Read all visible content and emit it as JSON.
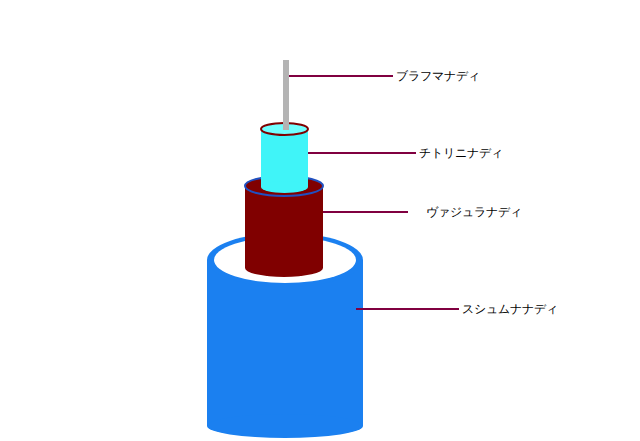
{
  "diagram": {
    "labels": [
      "ブラフマナディ",
      "チトリニナディ",
      "ヴァジュラナディ",
      "スシュムナナディ"
    ]
  }
}
